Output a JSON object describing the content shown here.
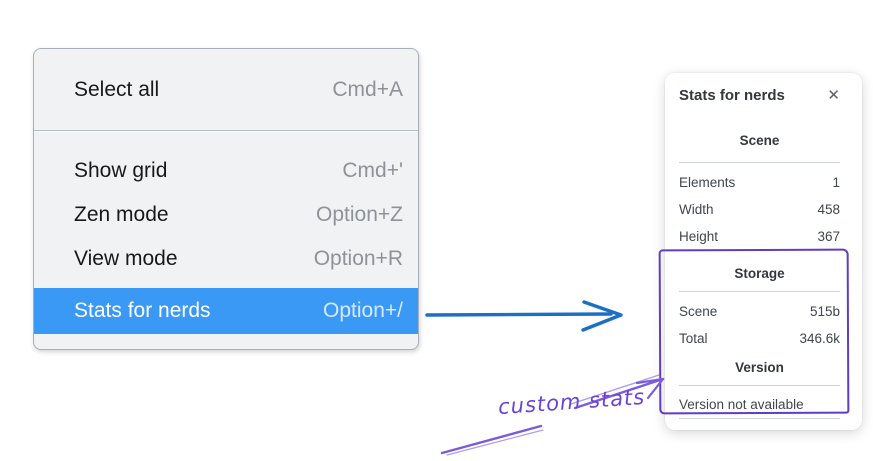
{
  "menu": {
    "items": [
      {
        "label": "Select all",
        "shortcut": "Cmd+A",
        "highlighted": false
      },
      {
        "label": "Show grid",
        "shortcut": "Cmd+'",
        "highlighted": false
      },
      {
        "label": "Zen mode",
        "shortcut": "Option+Z",
        "highlighted": false
      },
      {
        "label": "View mode",
        "shortcut": "Option+R",
        "highlighted": false
      },
      {
        "label": "Stats for nerds",
        "shortcut": "Option+/",
        "highlighted": true
      }
    ],
    "highlight_color": "#3b99f6"
  },
  "stats_panel": {
    "title": "Stats for nerds",
    "close_icon": "✕",
    "sections": [
      {
        "header": "Scene",
        "rows": [
          {
            "label": "Elements",
            "value": "1"
          },
          {
            "label": "Width",
            "value": "458"
          },
          {
            "label": "Height",
            "value": "367"
          }
        ]
      },
      {
        "header": "Storage",
        "rows": [
          {
            "label": "Scene",
            "value": "515b"
          },
          {
            "label": "Total",
            "value": "346.6k"
          }
        ]
      },
      {
        "header": "Version",
        "note": "Version not available"
      }
    ]
  },
  "annotation": {
    "label": "custom stats",
    "color": "#6b42d8"
  },
  "colors": {
    "blue_arrow": "#1c6fc2",
    "purple_annotation": "#7a5cdb",
    "purple_rect": "#5f3dc4"
  }
}
